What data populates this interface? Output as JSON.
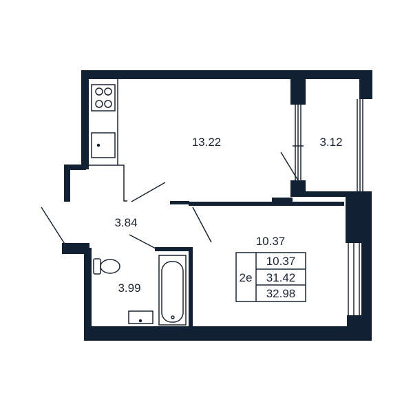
{
  "colors": {
    "wall": "#122033",
    "line": "#1a2535",
    "background": "#ffffff"
  },
  "rooms": {
    "kitchen_living": "13.22",
    "balcony": "3.12",
    "hall": "3.84",
    "room": "10.37",
    "bathroom": "3.99"
  },
  "summary": {
    "type": "2е",
    "living_area": "10.37",
    "total_area": "31.42",
    "total_with_balcony": "32.98"
  },
  "fixtures": {
    "stove_icon": "stove-icon",
    "sink_icon": "kitchen-sink-icon",
    "toilet_icon": "toilet-icon",
    "bathtub_icon": "bathtub-icon",
    "washbasin_icon": "washbasin-icon"
  }
}
